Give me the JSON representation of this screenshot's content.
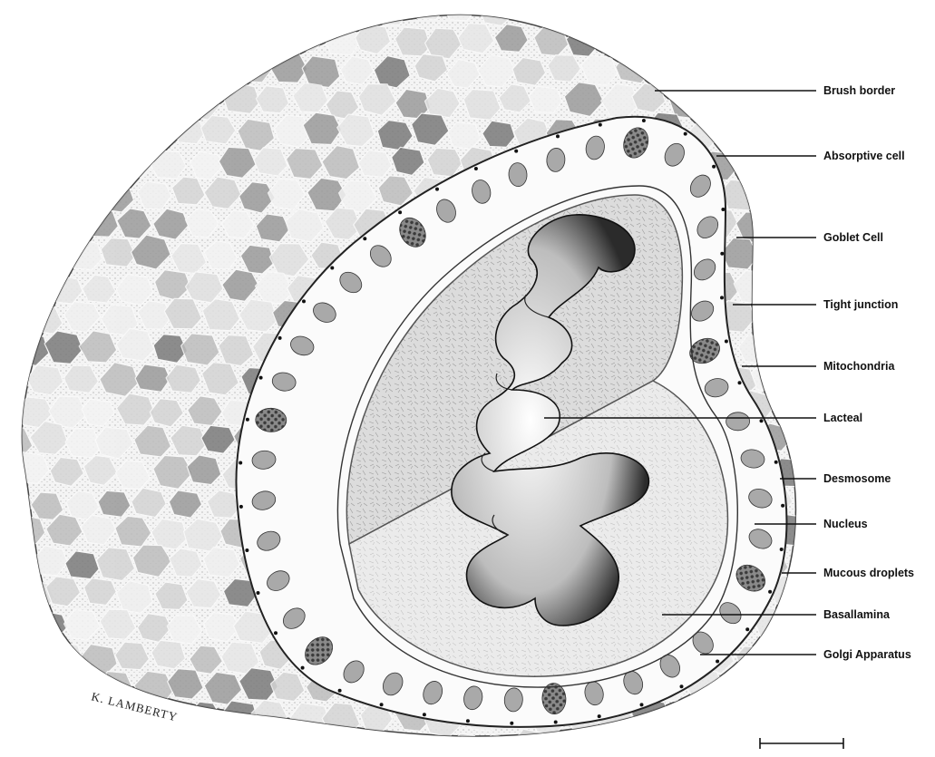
{
  "labels": {
    "brush_border": "Brush border",
    "absorptive_cell": "Absorptive cell",
    "goblet_cell": "Goblet Cell",
    "tight_junction": "Tight junction",
    "mitochondria": "Mitochondria",
    "lacteal": "Lacteal",
    "desmosome": "Desmosome",
    "nucleus": "Nucleus",
    "mucous_droplets": "Mucous droplets",
    "basal_lamina": "Basallamina",
    "golgi_apparatus": "Golgi Apparatus"
  },
  "artist_signature": "K. LAMBERTY",
  "scale_bar": {
    "label": ""
  }
}
